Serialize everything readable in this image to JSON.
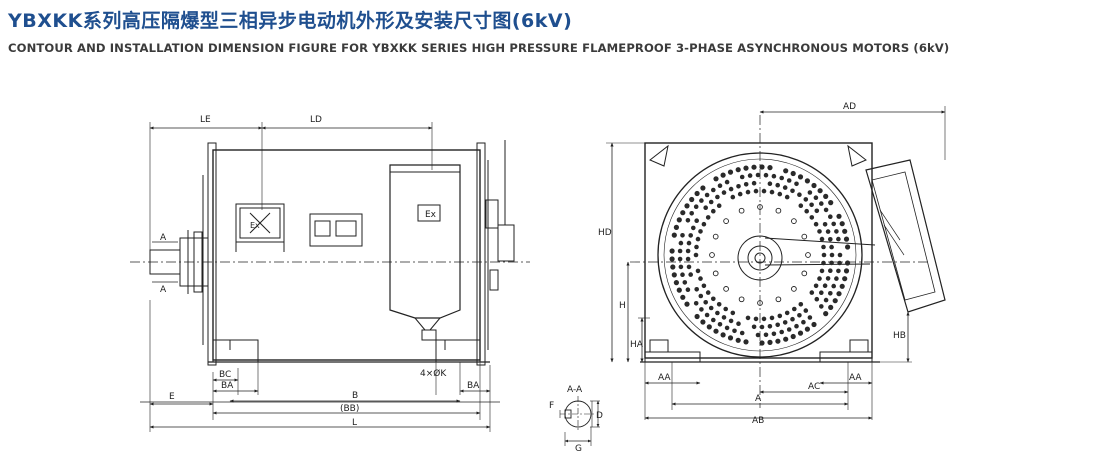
{
  "title_cn": "YBXKK系列高压隔爆型三相异步电动机外形及安装尺寸图(6kV)",
  "title_en": "CONTOUR AND INSTALLATION DIMENSION FIGURE FOR YBXKK SERIES HIGH PRESSURE  FLAMEPROOF 3-PHASE ASYNCHRONOUS MOTORS (6kV)",
  "side_view": {
    "labels": {
      "LE": "LE",
      "LD": "LD",
      "A_top": "A",
      "A_bottom": "A",
      "BC": "BC",
      "BA_left": "BA",
      "BA_right": "BA",
      "hole": "4×ØK",
      "E": "E",
      "B": "B",
      "BB": "(BB)",
      "L": "L",
      "ex": "Ex"
    }
  },
  "section": {
    "title": "A-A",
    "labels": {
      "F": "F",
      "D": "D",
      "G": "G"
    }
  },
  "end_view": {
    "labels": {
      "AD": "AD",
      "HD": "HD",
      "H": "H",
      "HA": "HA",
      "HB": "HB",
      "AA_left": "AA",
      "AA_right": "AA",
      "AC": "AC",
      "A": "A",
      "AB": "AB"
    }
  }
}
